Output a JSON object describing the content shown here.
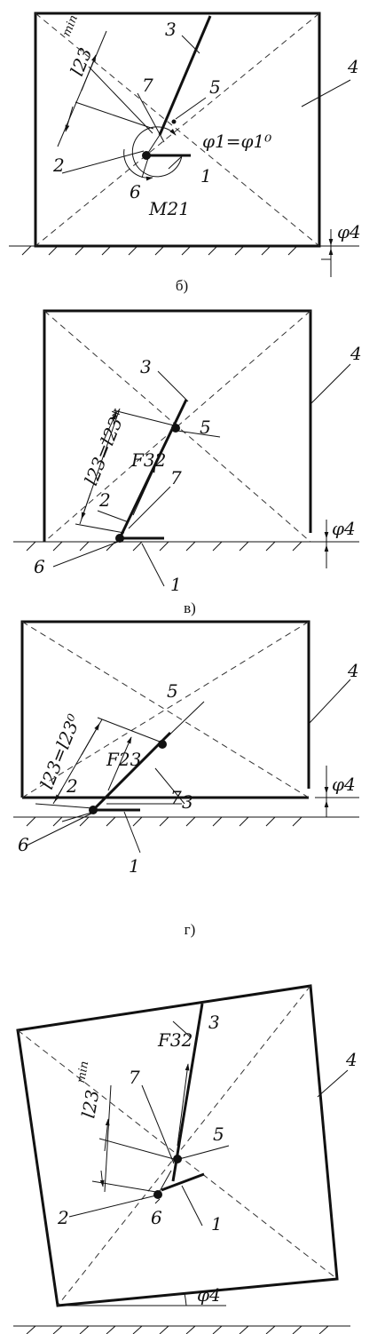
{
  "panels": [
    {
      "caption": "б)",
      "labels": [
        "3",
        "7",
        "5",
        "4",
        "2",
        "6",
        "1"
      ],
      "dim_label": "l23",
      "dim_sup": "min",
      "phi_label": "φ1=φ1⁰",
      "moment_label": "M21",
      "phi4_label": "φ4"
    },
    {
      "caption": "в)",
      "labels": [
        "3",
        "5",
        "4",
        "7",
        "2",
        "6",
        "1"
      ],
      "dim_label": "l23=l23*",
      "force_label": "F32",
      "phi4_label": "φ4"
    },
    {
      "caption": "г)",
      "labels": [
        "5",
        "3",
        "4",
        "7",
        "2",
        "6",
        "1"
      ],
      "dim_label": "l23=l23⁰",
      "force_label": "F23",
      "phi4_label": "φ4"
    },
    {
      "caption": "",
      "labels": [
        "3",
        "7",
        "5",
        "4",
        "2",
        "6",
        "1"
      ],
      "dim_label": "l23",
      "dim_sup": "min",
      "force_label": "F32",
      "phi4_label": "φ4"
    }
  ]
}
